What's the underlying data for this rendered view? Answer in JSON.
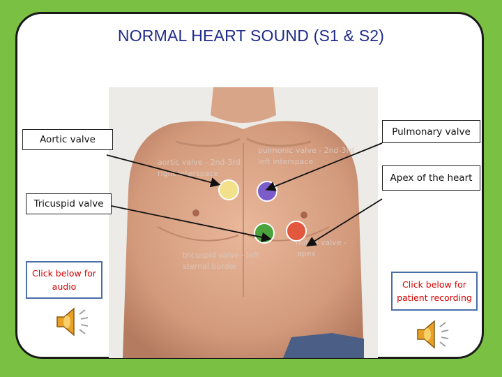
{
  "slide": {
    "title": "NORMAL HEART SOUND (S1 & S2)"
  },
  "labels": {
    "aortic": "Aortic valve",
    "pulmonary": "Pulmonary valve",
    "apex": "Apex of the heart",
    "tricuspid": "Tricuspid valve"
  },
  "photo_annotations": {
    "aortic_1": "aortic valve - 2nd-3rd",
    "aortic_2": "right interspace",
    "pulmonic_1": "pulmonic valve - 2nd-3rd",
    "pulmonic_2": "left interspace",
    "tricuspid_1": "tricuspid valve - left",
    "tricuspid_2": "sternal border",
    "mitral_1": "mitral valve -",
    "mitral_2": "apex"
  },
  "buttons": {
    "audio": "Click below for audio",
    "patient": "Click below for patient recording"
  },
  "icons": [
    "speaker-icon",
    "speaker-icon"
  ],
  "colors": {
    "background": "#7ac143",
    "title": "#1f2a8a",
    "button_text": "#d50000",
    "button_border": "#4a6ea9",
    "aortic_dot": "#f3e08a",
    "pulmonary_dot": "#7b5cc9",
    "tricuspid_dot": "#4aa33c",
    "mitral_dot": "#e2573e"
  }
}
